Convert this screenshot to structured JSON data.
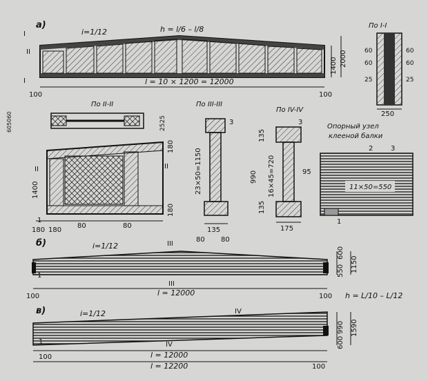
{
  "labels": {
    "part_a": "а)",
    "part_b": "б)",
    "part_v": "в)",
    "slope": "i=1/12",
    "h_formula_a": "h = l/6 – l/8",
    "h_formula_b": "h = L/10 – L/12",
    "span_a": "l = 10 × 1200 = 12000",
    "span_b": "l = 12000",
    "span_v1": "l = 12000",
    "span_v2": "l = 12200",
    "sec_I": "По I-I",
    "sec_II": "По II-II",
    "sec_III": "По III-III",
    "sec_IV": "По IV-IV",
    "support_title_1": "Опорный узел",
    "support_title_2": "клееной балки",
    "web_III": "23×50=1150",
    "web_IV": "16×45=720",
    "support_layers": "11×50=550",
    "roman_I": "I",
    "roman_II": "II",
    "roman_III": "III",
    "roman_IV": "IV",
    "node_1": "1",
    "node_2": "2",
    "node_3": "3"
  },
  "dims": {
    "d100": "100",
    "d1400": "1400",
    "d2000": "2000",
    "d60": "60",
    "d25": "25",
    "d250": "250",
    "d605060": "605060",
    "d2525": "2525",
    "d180": "180",
    "d80": "80",
    "d135": "135",
    "d990": "990",
    "d95": "95",
    "d175": "175",
    "d600": "600",
    "d550": "550",
    "d1150": "1150",
    "d1590": "1590"
  }
}
